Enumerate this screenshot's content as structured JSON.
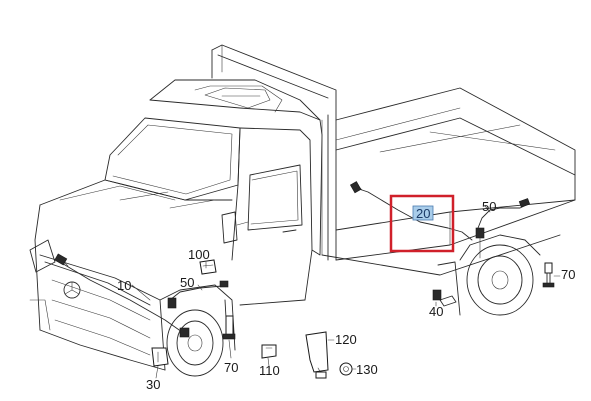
{
  "diagram": {
    "colors": {
      "background": "#ffffff",
      "line": "#2a2a2a",
      "highlight_box": "#d0202a",
      "selected_label_bg": "#a9cdea"
    },
    "labels": {
      "p10": "10",
      "p20": "20",
      "p30": "30",
      "p40": "40",
      "p50_left": "50",
      "p50_right": "50",
      "p70_left": "70",
      "p70_right": "70",
      "p100": "100",
      "p110": "110",
      "p120": "120",
      "p130": "130"
    },
    "selected_part": "20"
  }
}
